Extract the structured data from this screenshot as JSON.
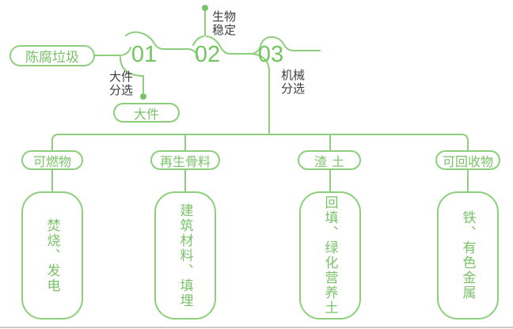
{
  "palette": {
    "line_green": "#8dcf7c",
    "text_green": "#7ac267",
    "number_green": "#74c562",
    "label_dark": "#3e3e3e",
    "divider_gray": "#cbcbcb"
  },
  "flow": {
    "source": {
      "label": "陈腐垃圾"
    },
    "steps": [
      {
        "number": "01",
        "process": "大件分选",
        "label_lines": [
          "大件",
          "分选"
        ]
      },
      {
        "number": "02",
        "process": "生物稳定",
        "label_lines": [
          "生物",
          "稳定"
        ]
      },
      {
        "number": "03",
        "process": "机械分选",
        "label_lines": [
          "机械",
          "分选"
        ]
      }
    ],
    "bulky": {
      "label": "大件"
    },
    "outputs": [
      {
        "category": "可燃物",
        "detail": "焚烧、发电"
      },
      {
        "category": "再生骨料",
        "detail": "建筑材料、填埋"
      },
      {
        "category": "渣土",
        "detail": "回填、绿化营养土"
      },
      {
        "category": "可回收物",
        "detail": "铁、有色金属"
      }
    ]
  }
}
